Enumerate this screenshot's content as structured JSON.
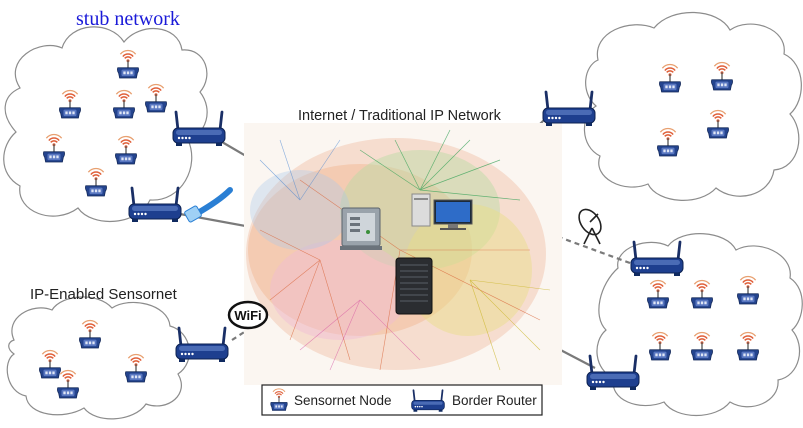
{
  "labels": {
    "stub_network": "stub network",
    "internet": "Internet / Traditional IP Network",
    "ip_sensornet": "IP-Enabled Sensornet",
    "wifi": "WiFi"
  },
  "legend": {
    "sensornet_node": "Sensornet Node",
    "border_router": "Border Router"
  },
  "colors": {
    "stub_label": "#1a1ad8",
    "router_body": "#1e3f8f",
    "node_body": "#24448e",
    "signal": "#e0603a",
    "link": "#7a7a7a"
  },
  "icons": [
    "cloud-shape",
    "sensornet-node-icon",
    "border-router-icon",
    "ethernet-cable-icon",
    "satellite-dish-icon",
    "wifi-logo-icon",
    "server-tower-icon",
    "rack-server-icon",
    "desktop-computer-icon",
    "internet-map-image"
  ]
}
